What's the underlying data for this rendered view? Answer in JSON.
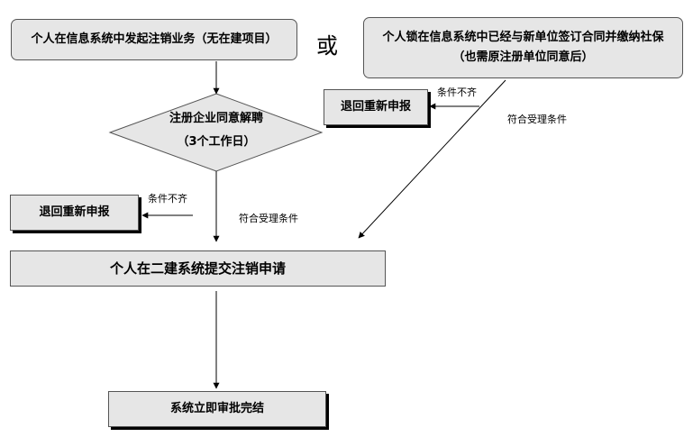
{
  "nodes": {
    "start_left": "个人在信息系统中发起注销业务（无在建项目）",
    "or": "或",
    "start_right": "个人锁在信息系统中已经与新单位签订合同并缴纳社保（也需原注册单位同意后）",
    "decision_line1": "注册企业同意解聘",
    "decision_line2": "（3个工作日）",
    "reject_top": "退回重新申报",
    "reject_left": "退回重新申报",
    "submit": "个人在二建系统提交注销申请",
    "finish": "系统立即审批完结"
  },
  "edge_labels": {
    "incomplete_top": "条件不齐",
    "accepted_right": "符合受理条件",
    "incomplete_left": "条件不齐",
    "accepted_center": "符合受理条件"
  }
}
